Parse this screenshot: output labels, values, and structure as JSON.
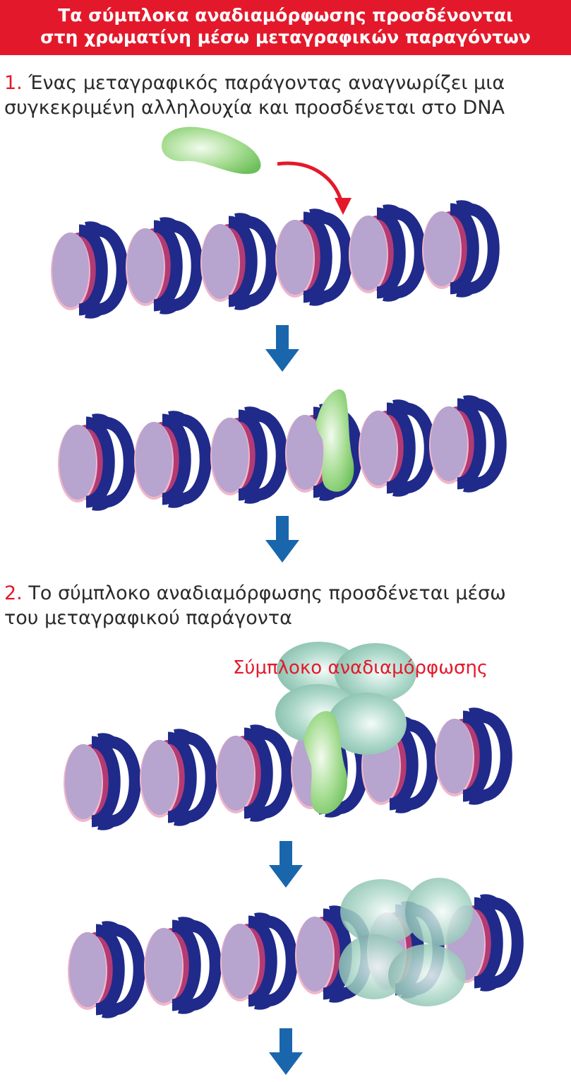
{
  "header": {
    "line1": "Τα σύμπλοκα αναδιαμόρφωσης προσδένονται",
    "line2": "στη χρωματίνη μέσω μεταγραφικών παραγόντων"
  },
  "step1": {
    "number": "1.",
    "line1": "Ένας μεταγραφικός παράγοντας αναγνωρίζει μια",
    "line2": "συγκεκριμένη αλληλουχία και προσδένεται στο DNA"
  },
  "step2": {
    "number": "2.",
    "line1": "Το σύμπλοκο αναδιαμόρφωσης προσδένεται μέσω",
    "line2": "του μεταγραφικού παράγοντα"
  },
  "complex_label": "Σύμπλοκο αναδιαμόρφωσης",
  "colors": {
    "header": "#e3192b",
    "dna": "#1f2a8a",
    "nucleosome_face": "#b7a4cf",
    "nucleosome_rim": "#b23b74",
    "factor": "#8fd27a",
    "complex": "#9fcfbf",
    "arrow": "#1a66ad",
    "pointer_arrow": "#e3192b"
  },
  "icons": [
    "down-arrow-icon",
    "curved-arrow-icon"
  ]
}
